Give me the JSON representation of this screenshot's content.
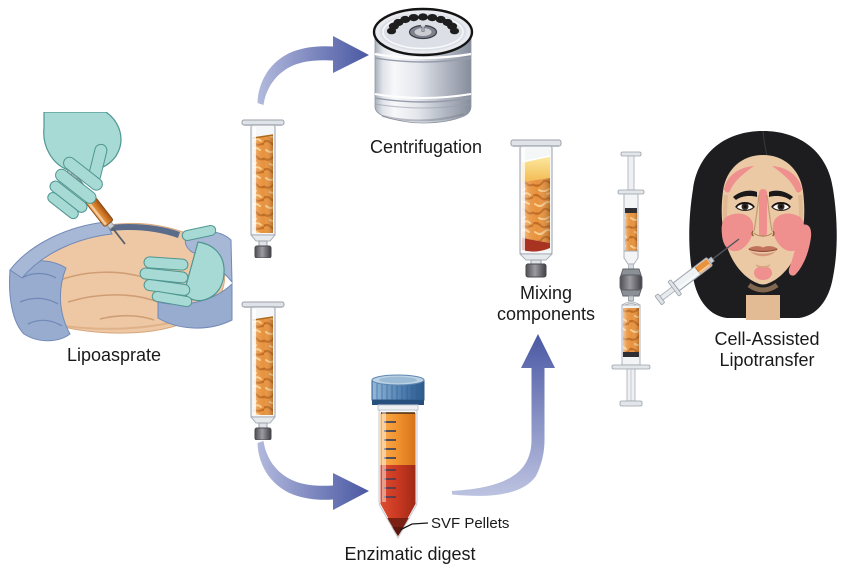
{
  "figure": {
    "type": "medical-process-diagram",
    "steps": [
      {
        "id": "lipoaspirate",
        "label": "Lipoasprate"
      },
      {
        "id": "centrifugation",
        "label": "Centrifugation"
      },
      {
        "id": "enzymatic-digest",
        "label": "Enzimatic digest"
      },
      {
        "id": "mixing-components",
        "label": "Mixing components"
      },
      {
        "id": "cell-assisted-lipotransfer",
        "label": "Cell-Assisted Lipotransfer"
      }
    ],
    "annotation": {
      "target": "enzymatic-digest",
      "text": "SVF Pellets"
    }
  },
  "labels": {
    "lipoaspirate": "Lipoasprate",
    "centrifugation": "Centrifugation",
    "enzymatic_digest": "Enzimatic digest",
    "svf_pellets": "SVF Pellets",
    "mixing_line1": "Mixing",
    "mixing_line2": "components",
    "cell_assisted_line1": "Cell-Assisted",
    "cell_assisted_line2": "Lipotransfer"
  },
  "colors": {
    "background": "#ffffff",
    "label_text": "#1a1a1a",
    "arrow_gradient_start": "#b7bede",
    "arrow_gradient_end": "#4a58a3",
    "fat_orange": "#e8913a",
    "fat_swirl_dark": "#c06a1e",
    "fat_swirl_light": "#f7cd8c",
    "oil_yellow": "#f6d276",
    "blood_red": "#c73721",
    "svf_pellet_maroon": "#7b2114",
    "tube_cap_blue": "#5a87b5",
    "centrifuge_metal": "#c9cdd5",
    "glove_teal": "#a7dad4",
    "drape_blue": "#97accf",
    "skin_tone": "#eac9a4",
    "hair_black": "#1d1d20",
    "injection_area_pink": "#ef8f8e"
  }
}
